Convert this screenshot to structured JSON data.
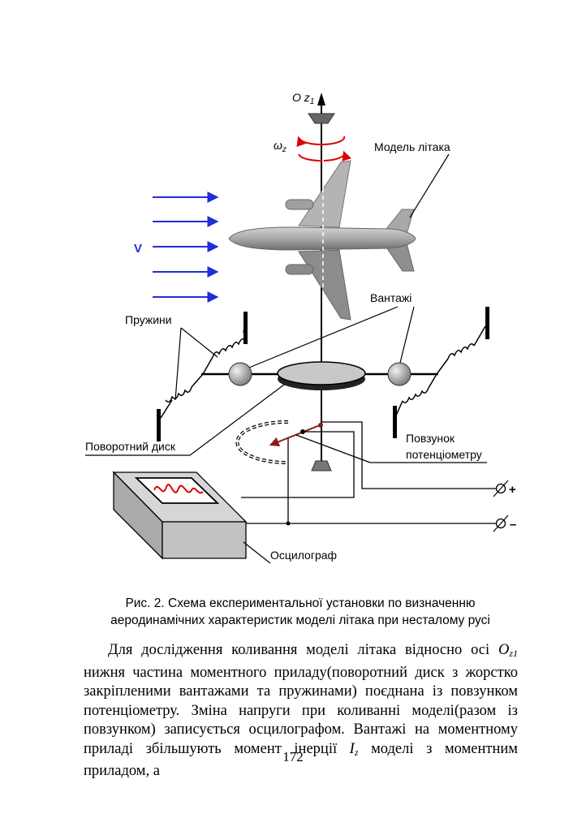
{
  "figure": {
    "axis_label": "O z",
    "axis_label_sub": "1",
    "omega_label": "ω",
    "omega_sub": "z",
    "velocity_label": "V",
    "model_label": "Модель літака",
    "weights_label": "Вантажі",
    "springs_label": "Пружини",
    "disk_label": "Поворотний диск",
    "slider_label_line1": "Повзунок",
    "slider_label_line2": "потенціометру",
    "plus_label": "+",
    "minus_label": "–",
    "oscillograph_label": "Осцилограф",
    "colors": {
      "flow_arrows": "#1f2fd6",
      "rotation_arrows": "#e00000",
      "slider_arrow": "#8b1a1a",
      "aircraft": "#9a9a9a",
      "disk_top": "#c8c8c8",
      "oscillograph_body": "#c9c9c9"
    }
  },
  "caption": {
    "line1": "Рис. 2. Схема експериментальної установки по визначенню",
    "line2": "аеродинамічних характеристик моделі літака при несталому русі"
  },
  "body": {
    "part1": "Для дослідження коливання моделі літака відносно осі ",
    "axis": "O",
    "axis_sub": "z1",
    "part2": " нижня частина моментного приладу(поворотний диск з жорстко закріпленими вантажами та пружинами) поєднана із повзунком потенціометру. Зміна напруги при коливанні моделі(разом із повзунком) записується осцилографом. Вантажі на моментному приладі збільшують момент інерції ",
    "iz": "I",
    "iz_sub": "z",
    "part3": " моделі з моментним приладом, а"
  },
  "page_number": "172"
}
